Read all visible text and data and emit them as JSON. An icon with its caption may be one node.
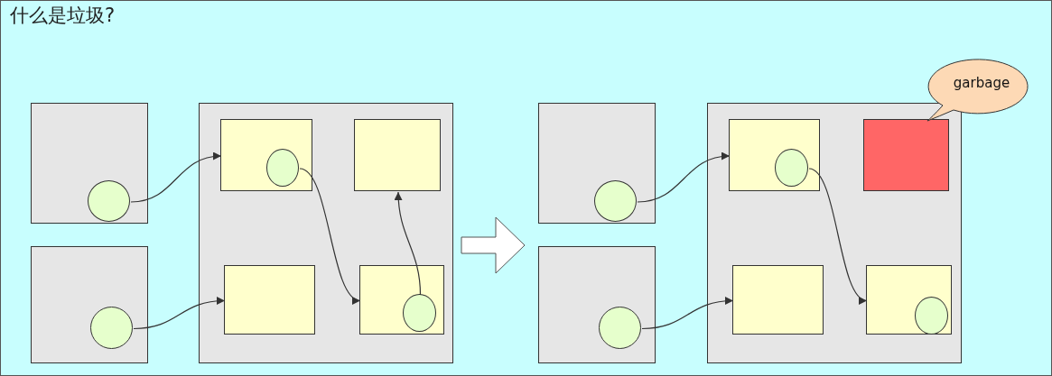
{
  "diagram": {
    "title": "什么是垃圾?",
    "nodes": [
      {
        "text": [],
        "shape": "box"
      },
      {
        "text": [],
        "shape": "circle",
        "in": 0
      },
      {
        "text": [],
        "shape": "box"
      },
      {
        "text": [],
        "shape": "circle",
        "in": 2
      },
      {
        "text": [],
        "shape": "box"
      },
      {
        "text": [],
        "shape": "box",
        "in": 4
      },
      {
        "text": [],
        "shape": "circle",
        "in": 5
      },
      {
        "text": [],
        "shape": "box",
        "in": 4
      },
      {
        "text": [],
        "shape": "box",
        "in": 4
      },
      {
        "text": [],
        "shape": "box",
        "in": 4
      },
      {
        "text": [],
        "shape": "circle",
        "in": 9
      },
      {
        "text": [],
        "shape": "box"
      },
      {
        "text": [],
        "shape": "circle",
        "in": 11
      },
      {
        "text": [],
        "shape": "box"
      },
      {
        "text": [],
        "shape": "circle",
        "in": 13
      },
      {
        "text": [],
        "shape": "box"
      },
      {
        "text": [],
        "shape": "box",
        "in": 15
      },
      {
        "text": [],
        "shape": "circle",
        "in": 16
      },
      {
        "text": [],
        "shape": "box",
        "in": 15
      },
      {
        "text": [],
        "shape": "box",
        "in": 15
      },
      {
        "text": [],
        "shape": "box",
        "in": 15
      },
      {
        "text": [],
        "shape": "circle",
        "in": 20
      },
      {
        "text": [
          "garbage"
        ]
      }
    ],
    "edges": [
      {
        "from": 1,
        "to": 5,
        "arrow": "to"
      },
      {
        "from": 3,
        "to": 8,
        "arrow": "to"
      },
      {
        "from": 6,
        "to": 9,
        "arrow": "to"
      },
      {
        "from": 10,
        "to": 7,
        "arrow": "to"
      },
      {
        "from": 12,
        "to": 16,
        "arrow": "to"
      },
      {
        "from": 14,
        "to": 19,
        "arrow": "to"
      },
      {
        "from": 17,
        "to": 20,
        "arrow": "to"
      }
    ]
  }
}
